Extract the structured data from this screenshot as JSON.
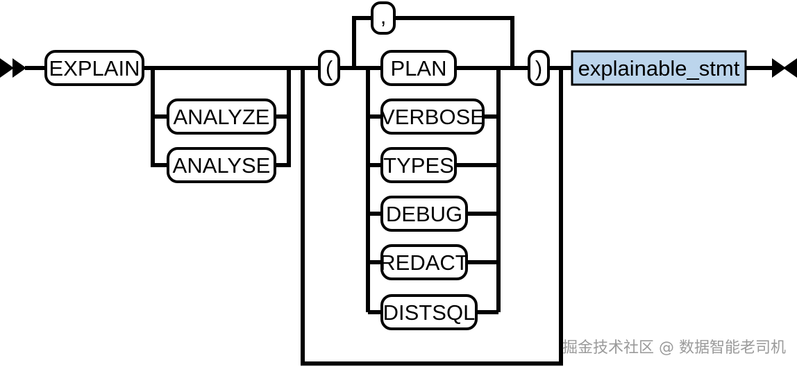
{
  "diagram": {
    "terminals": {
      "explain": "EXPLAIN",
      "analyze": "ANALYZE",
      "analyse": "ANALYSE",
      "open_paren": "(",
      "comma": ",",
      "plan": "PLAN",
      "verbose": "VERBOSE",
      "types": "TYPES",
      "debug": "DEBUG",
      "redact": "REDACT",
      "distsql": "DISTSQL",
      "close_paren": ")"
    },
    "nonterminal": "explainable_stmt",
    "nonterminal_fill": "#bcd5ec"
  },
  "watermark": "掘金技术社区 @ 数据智能老司机"
}
